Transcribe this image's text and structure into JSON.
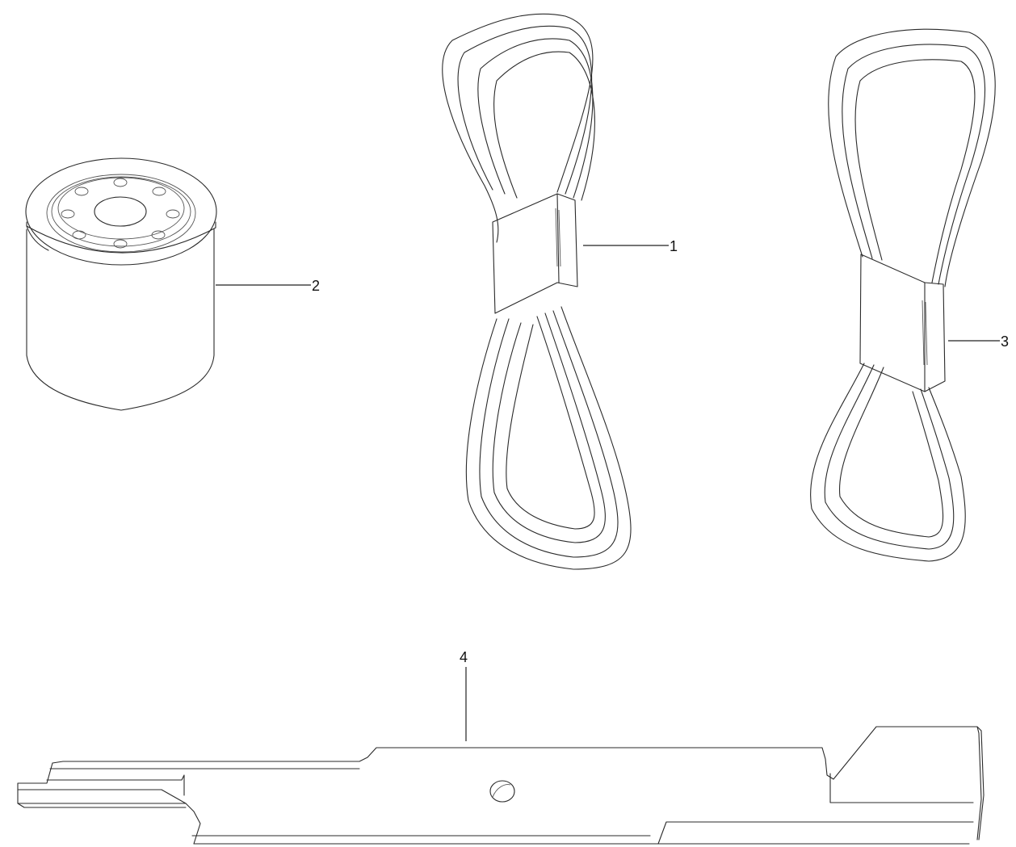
{
  "diagram": {
    "type": "parts-illustration",
    "background": "#ffffff",
    "line_color": "#2a2a2a",
    "parts": [
      {
        "callout": "1",
        "name": "drive-belt-large",
        "description": "Looped V-belt bundle with band"
      },
      {
        "callout": "2",
        "name": "oil-filter",
        "description": "Spin-on filter canister"
      },
      {
        "callout": "3",
        "name": "drive-belt-small",
        "description": "Looped V-belt bundle with band"
      },
      {
        "callout": "4",
        "name": "mower-blade",
        "description": "High-lift mower blade with center hole"
      }
    ]
  },
  "callouts": {
    "c1": "1",
    "c2": "2",
    "c3": "3",
    "c4": "4"
  }
}
